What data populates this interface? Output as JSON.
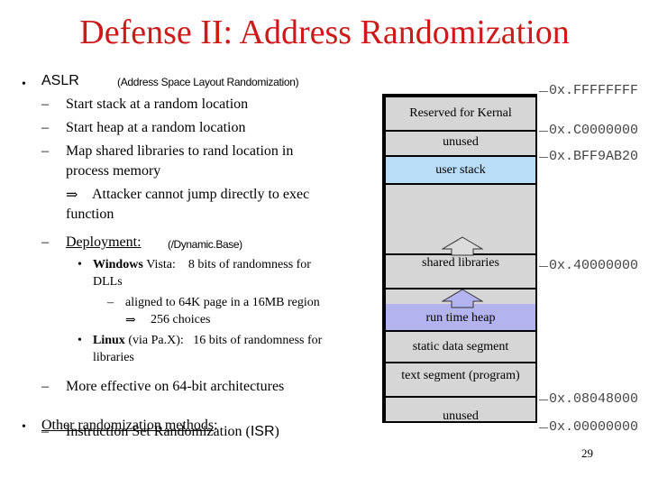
{
  "slide": {
    "title": "Defense II: Address Randomization",
    "page_number": "29"
  },
  "aslr": {
    "heading": "ASLR",
    "expansion": "(Address Space Layout Randomization)",
    "items": [
      "Start stack at a random location",
      "Start heap at a random location",
      "Map shared libraries to rand location in",
      "process memory"
    ],
    "implication_line1": "Attacker cannot jump directly to exec",
    "implication_line2": "function"
  },
  "deployment": {
    "heading": "Deployment:",
    "note": "(/Dynamic.Base)",
    "windows_brand": "Windows",
    "windows_line1": "Vista:    8 bits of randomness for",
    "windows_line2": "DLLs",
    "aligned_line": "aligned to 64K page in a 16MB region",
    "choices_line": "256 choices",
    "linux_brand": "Linux",
    "linux_line1": "(via Pa.X):   16 bits of randomness for",
    "linux_line2": "libraries",
    "more_effective": "More effective on  64-bit architectures"
  },
  "other": {
    "heading": "Other randomization methods",
    "colon": ":",
    "isr_text": "Instruction Set Randomization (",
    "isr_abbr": "ISR",
    "isr_close": ")"
  },
  "symbols": {
    "bullet": "•",
    "dash": "–",
    "implies": "⇒"
  },
  "memory_map": {
    "segments": {
      "kernel": "Reserved for Kernal",
      "unused_top": "unused",
      "user_stack": "user stack",
      "shared_libraries": "shared libraries",
      "run_time_heap": "run time heap",
      "static_data": "static data segment",
      "text_segment": "text segment (program)",
      "unused_bottom": "unused"
    },
    "addresses": {
      "top": "0x.FFFFFFFF",
      "kernel_base": "0x.C0000000",
      "stack_base": "0x.BFF9AB20",
      "libs": "0x.40000000",
      "text": "0x.08048000",
      "zero": "0x.00000000"
    },
    "colors": {
      "segment_gray": "#d6d6d6",
      "stack_blue": "#b9ddf7",
      "heap_blue": "#b3b3ef",
      "arrow_gray": "#dcdcdc"
    }
  }
}
